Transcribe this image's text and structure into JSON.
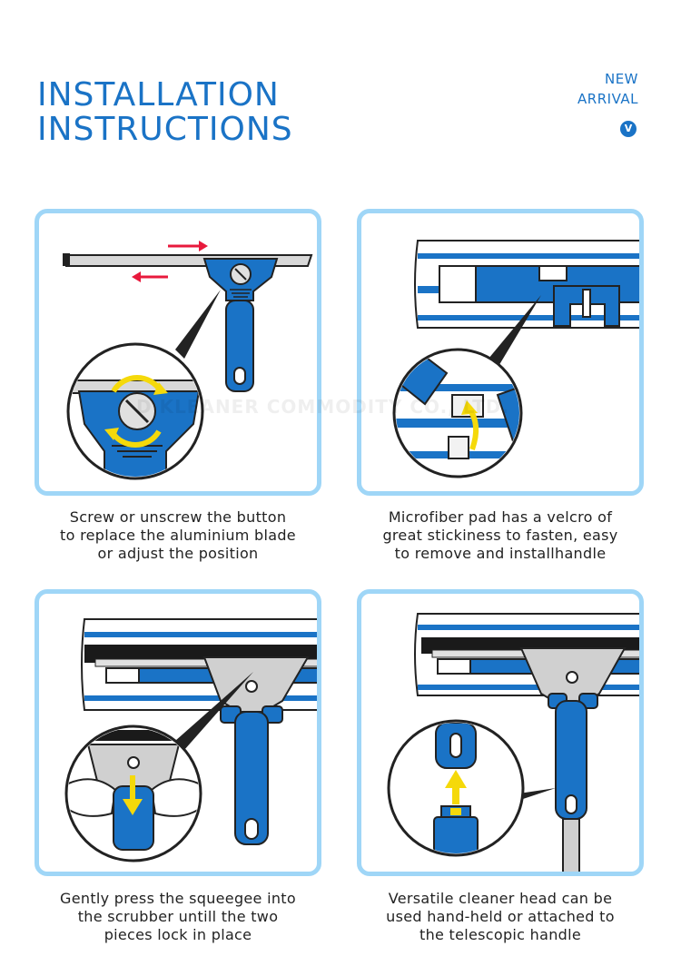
{
  "header": {
    "title_line1": "INSTALLATION",
    "title_line2": "INSTRUCTIONS",
    "badge_line1": "NEW",
    "badge_line2": "ARRIVAL",
    "badge_icon": "V"
  },
  "watermark": "D KLEANER COMMODITY CO., LTD.",
  "steps": [
    {
      "line1": "Screw or unscrew the button",
      "line2": "to replace the aluminium blade",
      "line3": "or adjust the position"
    },
    {
      "line1": "Microfiber pad has a velcro of",
      "line2": "great stickiness to fasten, easy",
      "line3": "to remove and installhandle"
    },
    {
      "line1": "Gently press the squeegee into",
      "line2": "the scrubber untill the two",
      "line3": "pieces lock in place"
    },
    {
      "line1": "Versatile cleaner head can be",
      "line2": "used hand-held or attached to",
      "line3": "the telescopic handle"
    }
  ],
  "colors": {
    "brand_blue": "#1a73c6",
    "panel_border": "#9fd6f7",
    "arrow_yellow": "#f5d90a",
    "arrow_red": "#e8193c"
  }
}
